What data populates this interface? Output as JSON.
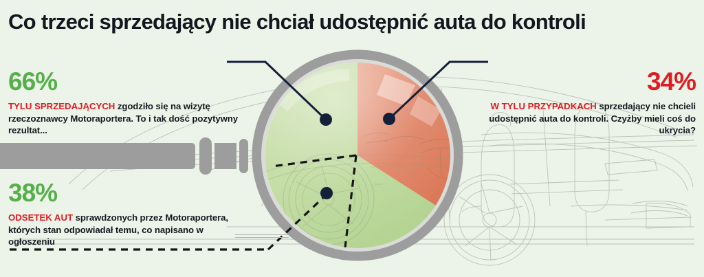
{
  "title": "Co trzeci sprzedający nie chciał udostępnić auta do kontroli",
  "background_color": "#ecf3e8",
  "stats": [
    {
      "id": "stat-66",
      "value": "66%",
      "color": "#55b04a",
      "lead": "TYLU SPRZEDAJĄCYCH",
      "text": " zgodziło się na wizytę rzeczoznawcy Motoraportera. To i tak dość pozytywny rezultat...",
      "lead_color": "#e11b22"
    },
    {
      "id": "stat-38",
      "value": "38%",
      "color": "#55b04a",
      "lead": "ODSETEK AUT",
      "text": " sprawdzonych przez Motoraportera, których stan odpowiadał temu, co napisano w ogłoszeniu",
      "lead_color": "#e11b22"
    },
    {
      "id": "stat-34",
      "value": "34%",
      "color": "#e11b22",
      "lead": "W TYLU PRZYPADKACH",
      "text": " sprzedający nie chcieli udostępnić auta do kontroli. Czyżby mieli coś do ukrycia?",
      "lead_color": "#e11b22"
    }
  ],
  "chart_data": {
    "type": "pie",
    "title": "Co trzeci sprzedający nie chciał udostępnić auta do kontroli",
    "categories": [
      "Zgodzili się na wizytę rzeczoznawcy",
      "Nie chcieli udostępnić auta do kontroli",
      "Auta zgodne z ogłoszeniem"
    ],
    "values": [
      66,
      34,
      38
    ],
    "unit": "%",
    "colors": [
      "#c2dba3",
      "#e28465",
      "#c2dba3"
    ],
    "center": [
      520,
      226
    ],
    "radius": 135,
    "legend": "none",
    "notes": "66% green slice starts at 12 o'clock going counter-clockwise; 34% salmon slice from 12 o'clock clockwise; 38% shown as dashed outlined wedge inside the green area"
  },
  "lens": {
    "ring_color": "#9d9d9d",
    "inner_ring_color": "#d9dcd7",
    "handle_color": "#9d9d9d"
  },
  "callouts": [
    {
      "id": "callout-green",
      "dot": [
        474,
        174
      ],
      "target": "66%"
    },
    {
      "id": "callout-red",
      "dot": [
        566,
        173
      ],
      "target": "34%"
    },
    {
      "id": "callout-dashed",
      "dot": [
        475,
        281
      ],
      "target": "38%"
    }
  ]
}
